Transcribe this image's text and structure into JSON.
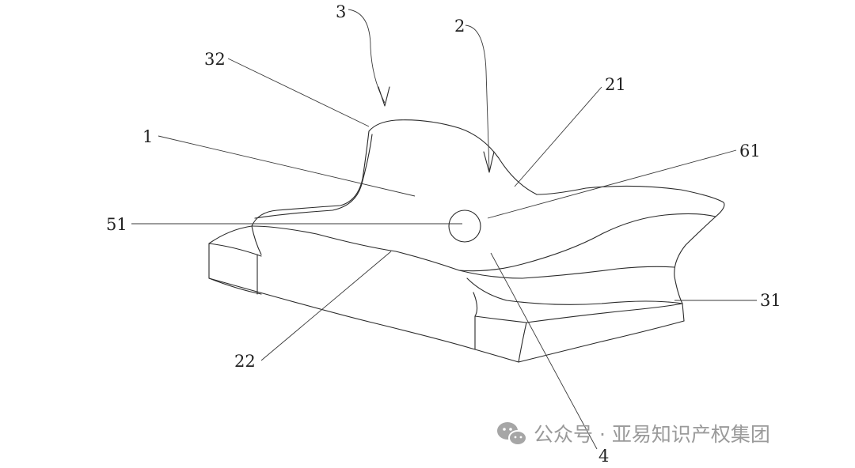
{
  "labels": {
    "l1": "1",
    "l2": "2",
    "l3": "3",
    "l4": "4",
    "l21": "21",
    "l22": "22",
    "l31": "31",
    "l32": "32",
    "l51": "51",
    "l61": "61"
  },
  "watermark": {
    "icon": "wechat-icon",
    "text": "公众号 · 亚易知识产权集团"
  },
  "colors": {
    "line": "#2a2a2a",
    "watermark": "#9a9a9a"
  }
}
